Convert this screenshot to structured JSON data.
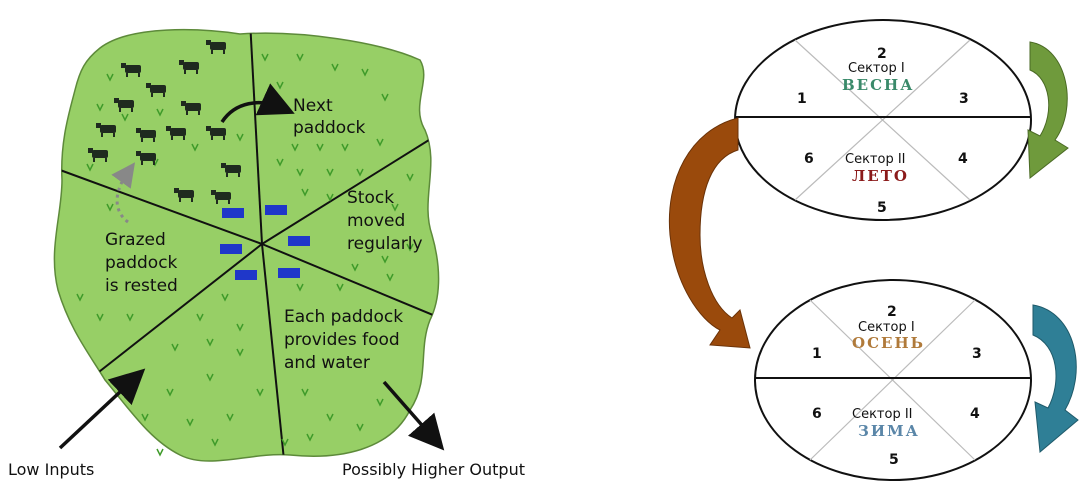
{
  "left_diagram": {
    "next_paddock": [
      "Next",
      "paddock"
    ],
    "stock_moved": [
      "Stock",
      "moved",
      "regularly"
    ],
    "grazed_paddock": [
      "Grazed",
      "paddock",
      "is rested"
    ],
    "each_paddock": [
      "Each paddock",
      "provides food",
      "and water"
    ],
    "low_inputs": "Low Inputs",
    "higher_output": "Possibly Higher Output",
    "colors": {
      "field": "#97cf66",
      "cow": "#1f2a1f",
      "trough": "#1f37c9",
      "grass": "#3f9b2a"
    }
  },
  "right_diagram": {
    "top_ellipse": {
      "sector_1": "Сектор I",
      "sector_2": "Сектор II",
      "season_top": "ВЕСНА",
      "season_bottom": "ЛЕТО",
      "numbers": [
        "1",
        "2",
        "3",
        "4",
        "5",
        "6"
      ]
    },
    "bottom_ellipse": {
      "sector_1": "Сектор I",
      "sector_2": "Сектор II",
      "season_top": "ОСЕНЬ",
      "season_bottom": "ЗИМА",
      "numbers": [
        "1",
        "2",
        "3",
        "4",
        "5",
        "6"
      ]
    },
    "colors": {
      "vesna": "#3a8a6a",
      "leto": "#8b1a1a",
      "osen": "#b07a3a",
      "zima": "#5a86a8",
      "arrow_green": "#6f9a3c",
      "arrow_brown": "#9a4a0c",
      "arrow_teal": "#2f7f96"
    }
  }
}
